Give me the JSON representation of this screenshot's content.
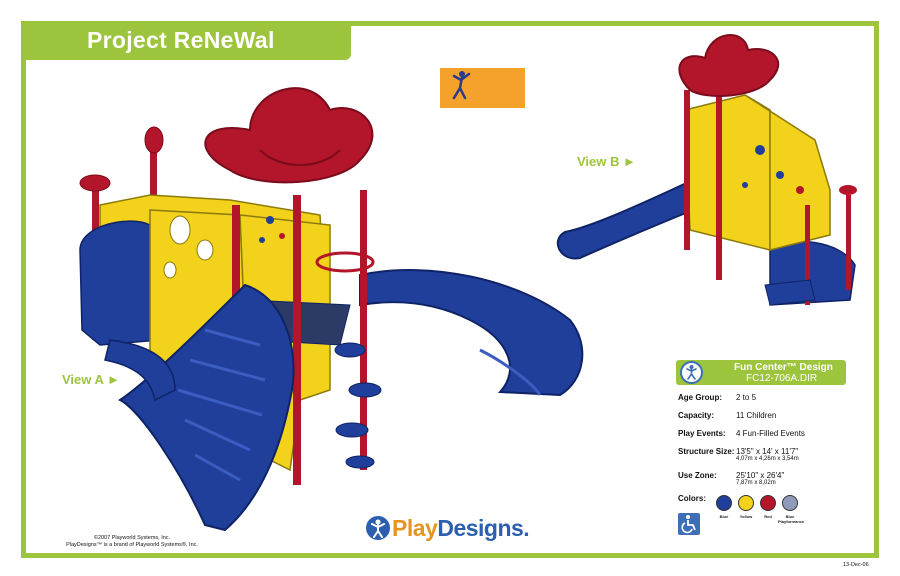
{
  "title": "Project ReNeWal",
  "views": {
    "view_a": "View A ►",
    "view_b": "View B ►"
  },
  "design": {
    "name": "Fun Center™ Design",
    "code": "FC12-706A.DIR"
  },
  "specs": {
    "age_group": {
      "label": "Age Group:",
      "value": "2 to 5"
    },
    "capacity": {
      "label": "Capacity:",
      "value": "11 Children"
    },
    "play_events": {
      "label": "Play Events:",
      "value": "4 Fun-Filled Events"
    },
    "structure_size": {
      "label": "Structure Size:",
      "value": "13'5\" x 14' x 11'7\"",
      "metric": "4,07m x 4,26m x 3,54m"
    },
    "use_zone": {
      "label": "Use Zone:",
      "value": "25'10\" x 26'4\"",
      "metric": "7,87m x 8,02m"
    }
  },
  "colors": {
    "label": "Colors:",
    "items": [
      {
        "name": "Blue",
        "hex": "#1f3f9a"
      },
      {
        "name": "Yellow",
        "hex": "#f2d21a"
      },
      {
        "name": "Red",
        "hex": "#b3162a"
      },
      {
        "name": "Blue Playformance",
        "hex": "#8f9bb8"
      }
    ]
  },
  "brand": {
    "play": "Play",
    "designs": "Designs."
  },
  "copyright": {
    "line1": "©2007 Playworld Systems, Inc.",
    "line2": "PlayDesigns™ is a brand of Playworld Systems®, Inc."
  },
  "date": "13-Dec-06",
  "accent_color": "#9dc43d",
  "icons": [
    "wheelchair-accessible-icon",
    "child-figure-icon",
    "playdesigns-logo-icon"
  ]
}
